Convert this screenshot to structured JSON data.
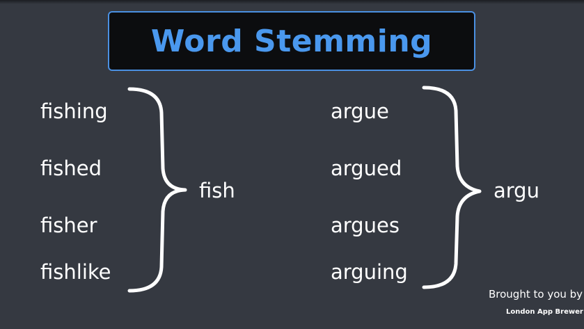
{
  "title": "Word Stemming",
  "groups": [
    {
      "words": [
        "fishing",
        "fished",
        "fisher",
        "fishlike"
      ],
      "stem": "fish"
    },
    {
      "words": [
        "argue",
        "argued",
        "argues",
        "arguing"
      ],
      "stem": "argu"
    }
  ],
  "credit": {
    "line1": "Brought to you by",
    "line2": "London App Brewer"
  },
  "colors": {
    "background": "#353941",
    "title_text": "#4a98ee",
    "title_border": "#4a90e2",
    "title_box": "#0c0d0f",
    "text": "#ffffff"
  }
}
